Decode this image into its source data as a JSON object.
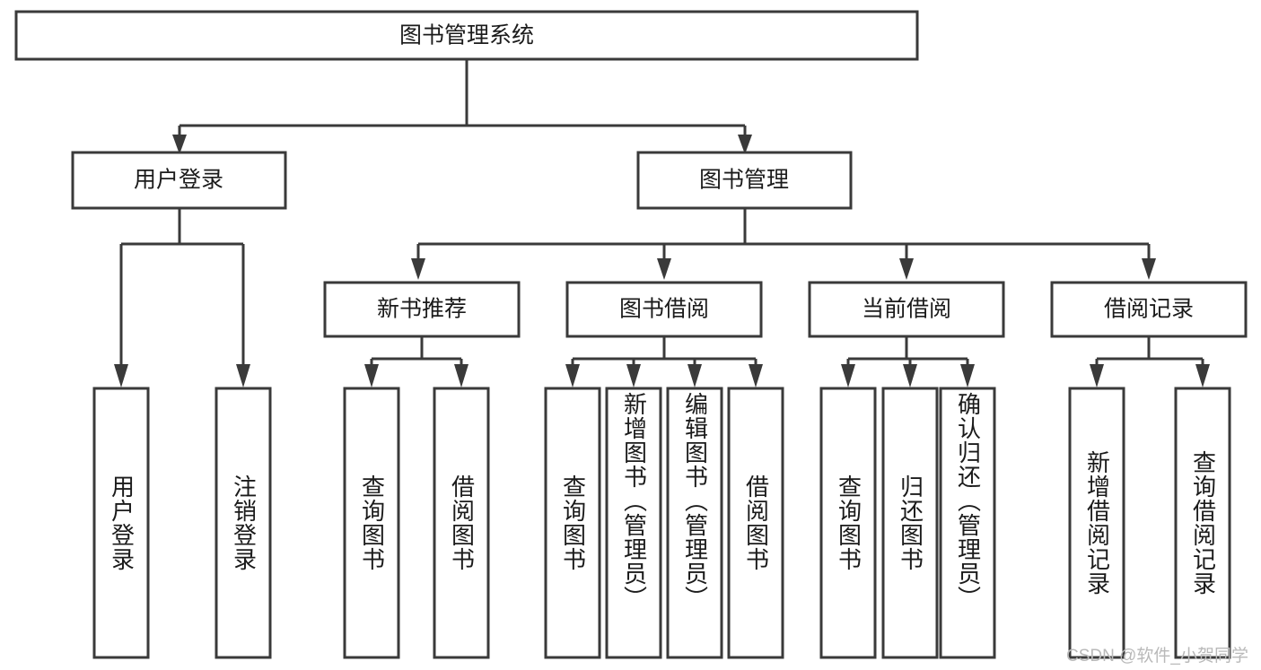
{
  "diagram": {
    "title": "图书管理系统",
    "type": "tree",
    "root": {
      "id": "root",
      "label": "图书管理系统"
    },
    "level2": [
      {
        "id": "user-login",
        "label": "用户登录"
      },
      {
        "id": "book-manage",
        "label": "图书管理"
      }
    ],
    "level3": [
      {
        "id": "new-book-recommend",
        "label": "新书推荐"
      },
      {
        "id": "book-borrow",
        "label": "图书借阅"
      },
      {
        "id": "current-borrow",
        "label": "当前借阅"
      },
      {
        "id": "borrow-record",
        "label": "借阅记录"
      }
    ],
    "leaves": {
      "user_login": [
        {
          "id": "leaf-user-login",
          "label": "用户登录"
        },
        {
          "id": "leaf-logout-login",
          "label": "注销登录"
        }
      ],
      "new_book_recommend": [
        {
          "id": "leaf-query-book-1",
          "label": "查询图书"
        },
        {
          "id": "leaf-borrow-book-1",
          "label": "借阅图书"
        }
      ],
      "book_borrow": [
        {
          "id": "leaf-query-book-2",
          "label": "查询图书"
        },
        {
          "id": "leaf-add-book",
          "label": "新增图书（管理员）"
        },
        {
          "id": "leaf-edit-book",
          "label": "编辑图书（管理员）"
        },
        {
          "id": "leaf-borrow-book-2",
          "label": "借阅图书"
        }
      ],
      "current_borrow": [
        {
          "id": "leaf-query-book-3",
          "label": "查询图书"
        },
        {
          "id": "leaf-return-book",
          "label": "归还图书"
        },
        {
          "id": "leaf-confirm-return",
          "label": "确认归还（管理员）"
        }
      ],
      "borrow_record": [
        {
          "id": "leaf-add-record",
          "label": "新增借阅记录"
        },
        {
          "id": "leaf-query-record",
          "label": "查询借阅记录"
        }
      ]
    }
  },
  "watermark": {
    "text": "CSDN @软件_小贺同学"
  },
  "colors": {
    "box_stroke": "#3a3a3a",
    "box_fill": "#ffffff",
    "text": "#1b1b1b",
    "background": "#ffffff",
    "watermark": "#b9b9b9"
  }
}
